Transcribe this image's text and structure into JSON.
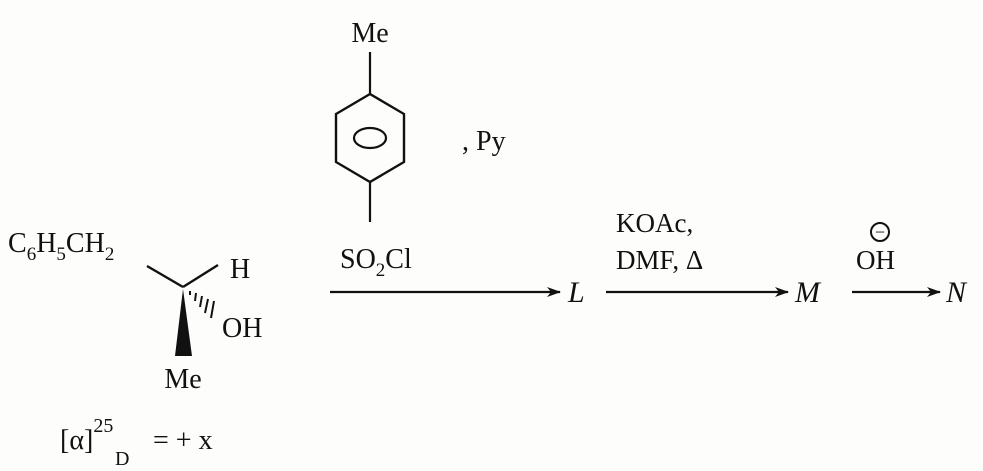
{
  "reagent": {
    "substituent": "Me",
    "leaving_group": "SO",
    "leaving_group_sub": "2",
    "leaving_group_tail": "Cl",
    "base": ", Py"
  },
  "starting_material": {
    "formula_parts": [
      "C",
      "6",
      "H",
      "5",
      "CH",
      "2"
    ],
    "h_label": "H",
    "oh_label": "OH",
    "me_label": "Me",
    "rotation": {
      "alpha": "[α]",
      "temperature": "25",
      "wavelength": "D",
      "value": "= + x"
    }
  },
  "products": {
    "first": "L",
    "second": "M",
    "third": "N"
  },
  "step2": {
    "line1": "KOAc,",
    "line2": "DMF, Δ"
  },
  "step3": {
    "charge": "−",
    "label": "OH"
  }
}
